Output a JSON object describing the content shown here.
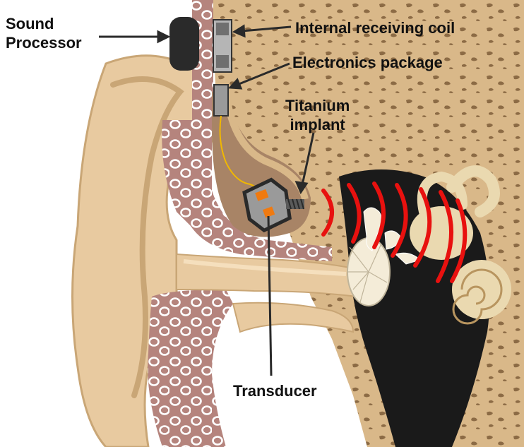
{
  "labels": {
    "sound_processor_line1": "Sound",
    "sound_processor_line2": "Processor",
    "internal_coil": "Internal receiving coil",
    "electronics": "Electronics package",
    "titanium_line1": "Titanium",
    "titanium_line2": "implant",
    "transducer": "Transducer"
  },
  "colors": {
    "skin": "#e8caa0",
    "skin_shadow": "#c9a676",
    "bone": "#d9b889",
    "bone_pit": "#8c6b45",
    "tissue": "#b5847d",
    "cell_outline": "#ffffff",
    "cavity": "#1a1a1a",
    "wave": "#e8110f",
    "device": "#2a2a2a",
    "device_grey": "#9a9a9a",
    "wire": "#f0b800",
    "transducer_orange": "#f07a10",
    "ossicle": "#f4ecd8",
    "cochlea": "#ead9b0"
  }
}
